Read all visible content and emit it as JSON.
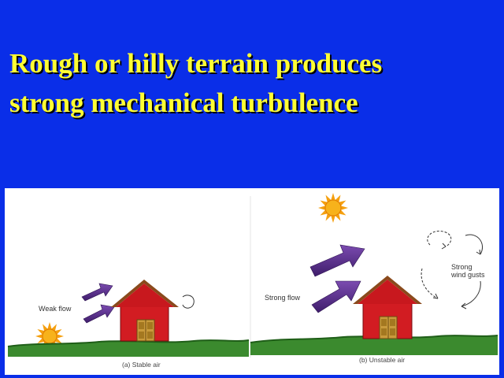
{
  "slide": {
    "title_line1": "Rough or hilly terrain produces",
    "title_line2": "strong mechanical turbulence"
  },
  "figure": {
    "left_panel": {
      "flow_label": "Weak flow",
      "caption": "(a) Stable air"
    },
    "right_panel": {
      "flow_label": "Strong flow",
      "gust_label_line1": "Strong",
      "gust_label_line2": "wind gusts",
      "caption": "(b) Unstable air"
    }
  },
  "colors": {
    "background": "#0a2ee8",
    "title": "#ffff33",
    "house_wall": "#d21c22",
    "arrow": "#5a2d8c",
    "ground": "#3b8a2e",
    "sun": "#f5a00f"
  }
}
